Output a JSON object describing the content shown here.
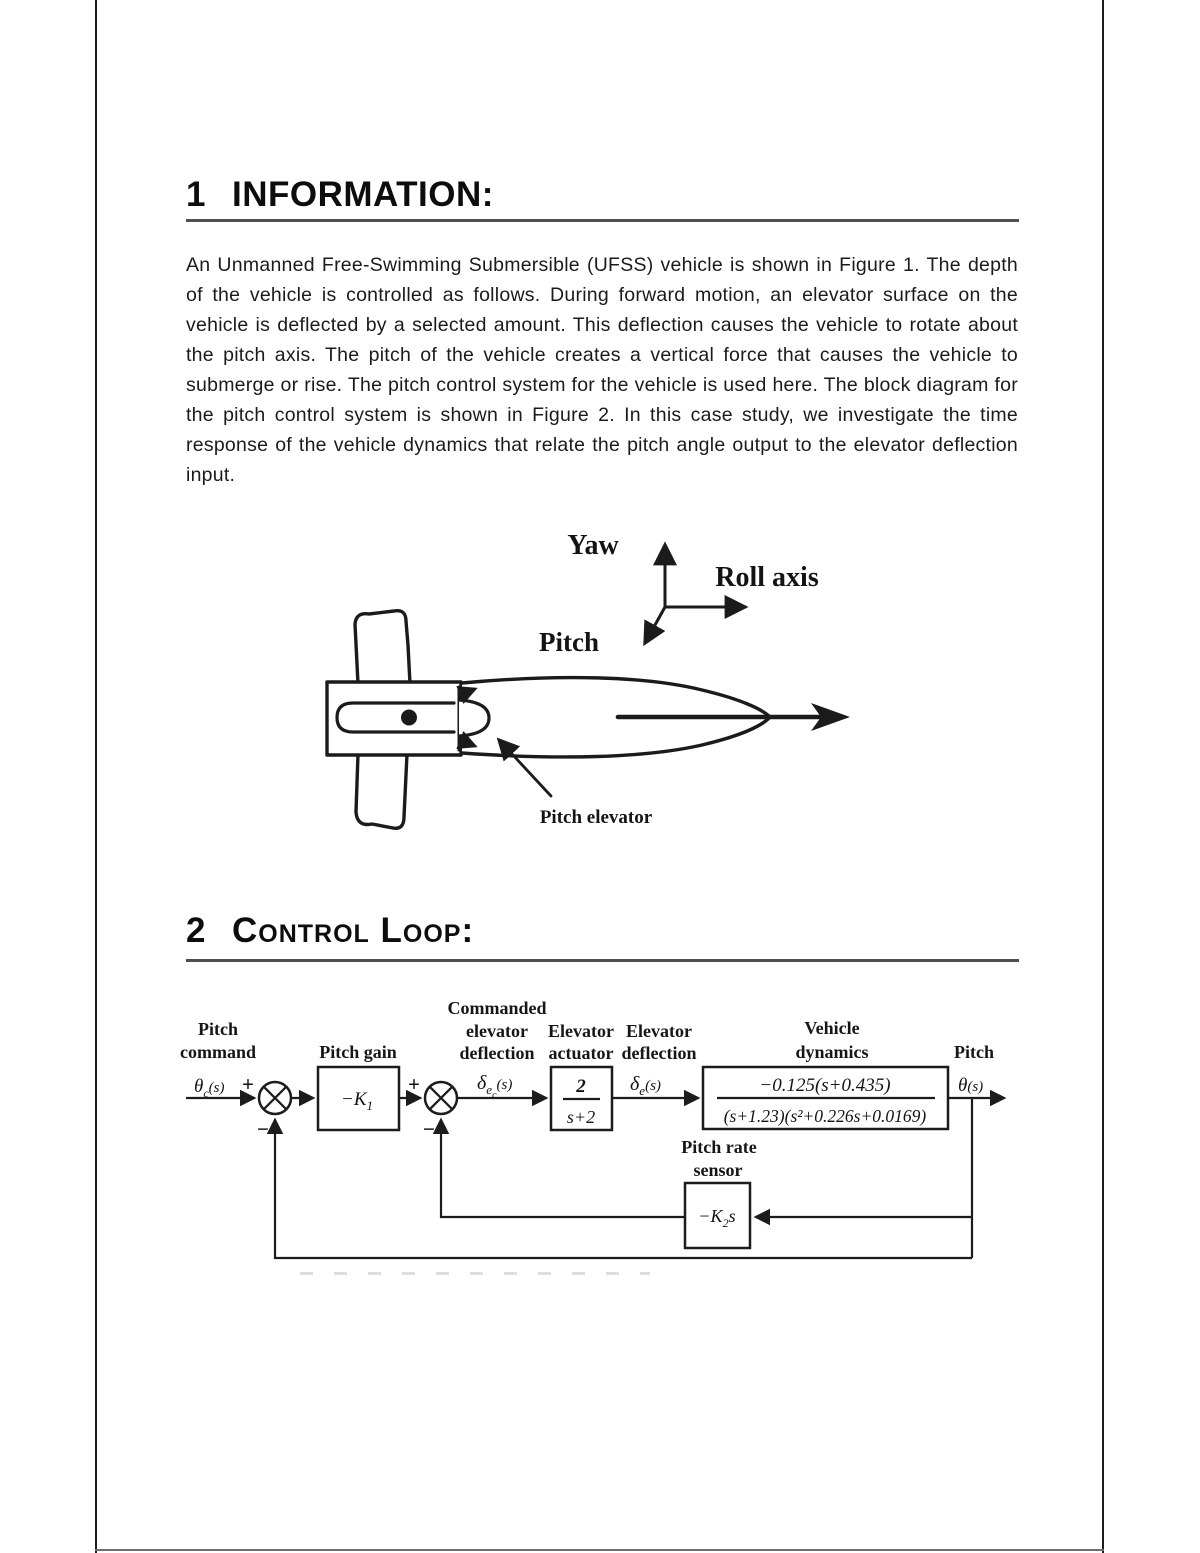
{
  "page": {
    "section1": {
      "number": "1",
      "title": "INFORMATION:"
    },
    "paragraph": "An Unmanned Free-Swimming Submersible (UFSS) vehicle is shown in Figure 1. The depth of the vehicle is controlled as follows. During forward motion, an elevator surface on the vehicle is deflected by a selected amount. This deflection causes the vehicle to rotate about the pitch axis. The pitch of the vehicle creates a vertical force that causes the vehicle to submerge or rise. The pitch control system for the vehicle is used here. The block diagram for the pitch control system is shown in Figure 2. In this case study, we investigate the time response of the vehicle dynamics that relate the pitch angle output to the elevator deflection input.",
    "section2": {
      "number": "2",
      "title": "Control Loop:"
    }
  },
  "figure1": {
    "labels": {
      "yaw": "Yaw",
      "roll_axis": "Roll axis",
      "pitch": "Pitch",
      "pitch_elevator": "Pitch elevator"
    }
  },
  "diagram": {
    "labels": {
      "pitch_command_1": "Pitch",
      "pitch_command_2": "command",
      "pitch_gain": "Pitch gain",
      "commanded_1": "Commanded",
      "commanded_2": "elevator",
      "commanded_3": "deflection",
      "elev_act_1": "Elevator",
      "elev_act_2": "actuator",
      "elev_defl_1": "Elevator",
      "elev_defl_2": "deflection",
      "vehicle_1": "Vehicle",
      "vehicle_2": "dynamics",
      "pitch_out": "Pitch",
      "pitch_rate_1": "Pitch rate",
      "pitch_rate_2": "sensor"
    },
    "signals": {
      "theta_c_base": "θ",
      "theta_c_sub": "c",
      "theta_c_rest": "(s)",
      "plus1": "+",
      "minus1": "−",
      "plus2": "+",
      "minus2": "−",
      "k1_text": "−K",
      "k1_sub": "1",
      "delta_ec_base": "δ",
      "delta_ec_sub": "e",
      "delta_ec_subsub": "c",
      "delta_ec_rest": "(s)",
      "actuator_num": "2",
      "actuator_den": "s+2",
      "delta_e_base": "δ",
      "delta_e_sub": "e",
      "delta_e_rest": "(s)",
      "vehicle_num": "−0.125(s+0.435)",
      "vehicle_den": "(s+1.23)(s²+0.226s+0.0169)",
      "theta_out_base": "θ",
      "theta_out_rest": "(s)",
      "k2_text": "−K",
      "k2_sub": "2",
      "k2_post": "s"
    }
  },
  "colors": {
    "ink": "#1b1b1b",
    "rule": "#4f4f4f"
  }
}
